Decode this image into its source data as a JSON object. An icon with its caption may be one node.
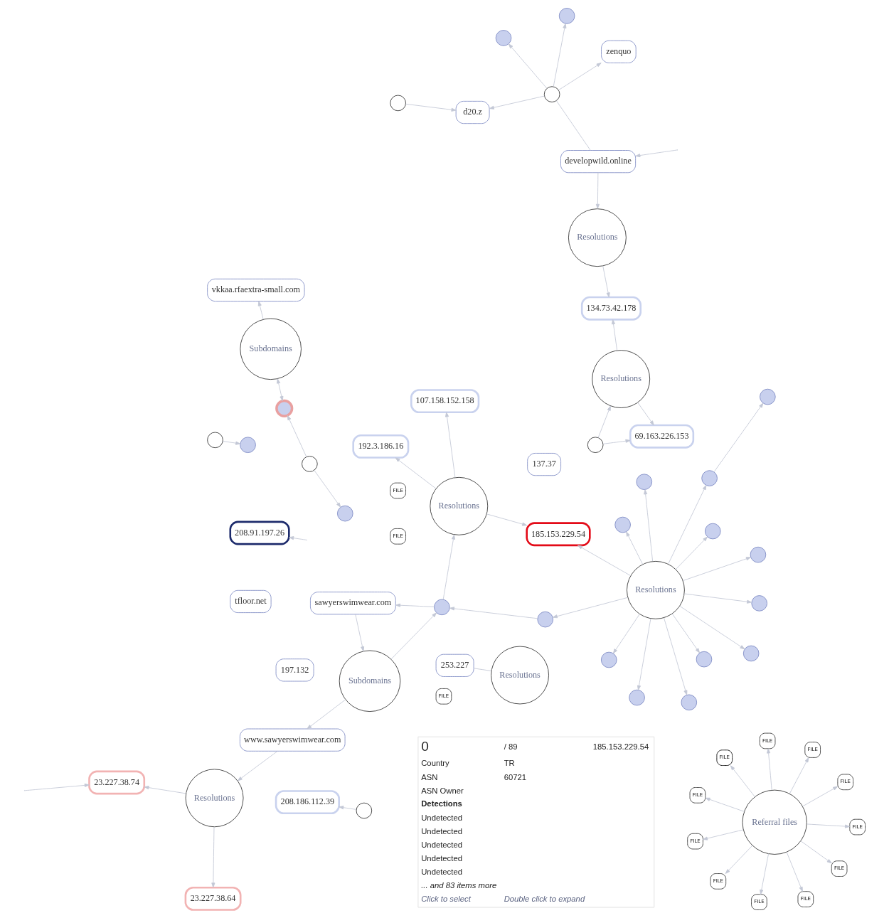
{
  "diagram": {
    "nodes": [
      {
        "text": [
          "Referral files"
        ]
      },
      {
        "text": [
          "FILE"
        ]
      },
      {
        "text": [
          "FILE"
        ]
      },
      {
        "text": [
          "FILE"
        ]
      },
      {
        "text": [
          "FILE"
        ]
      },
      {
        "text": [
          "FILE"
        ]
      },
      {
        "text": [
          "FILE"
        ]
      },
      {
        "text": [
          "FILE"
        ]
      },
      {
        "text": [
          "FILE"
        ]
      },
      {
        "text": [
          "FILE"
        ]
      },
      {
        "text": [
          "FILE"
        ]
      },
      {
        "text": [
          "FILE"
        ]
      },
      {
        "text": [
          "208.91.197.26"
        ]
      },
      {
        "text": [
          "23.227.38.74"
        ]
      },
      {
        "text": [
          "23.227.38.64"
        ]
      },
      {
        "text": [
          "Resolutions"
        ]
      },
      {
        "text": [
          "www.sawyerswimwear.com"
        ]
      },
      {
        "text": [
          "197.132"
        ]
      },
      {
        "text": [
          "Resolutions"
        ]
      },
      {
        "text": [],
        "shape": "circle"
      },
      {
        "text": [],
        "shape": "circle"
      },
      {
        "text": [],
        "shape": "circle"
      },
      {
        "text": [],
        "shape": "circle"
      },
      {
        "text": [],
        "shape": "circle"
      },
      {
        "text": [],
        "shape": "circle"
      },
      {
        "text": [],
        "shape": "circle"
      },
      {
        "text": [],
        "shape": "circle"
      },
      {
        "text": [],
        "shape": "circle"
      },
      {
        "text": [],
        "shape": "circle"
      },
      {
        "text": [],
        "shape": "circle"
      },
      {
        "text": [],
        "shape": "circle"
      },
      {
        "text": [
          "107.158.152.158"
        ]
      },
      {
        "text": [
          "Resolutions"
        ]
      },
      {
        "text": [
          "185.153.229.54"
        ]
      },
      {
        "text": [
          "192.3.186.16"
        ]
      },
      {
        "text": [
          "FILE"
        ]
      },
      {
        "text": [
          "FILE"
        ]
      },
      {
        "text": [
          "FILE"
        ]
      },
      {
        "text": [
          "Subdomains"
        ]
      },
      {
        "text": [],
        "shape": "circle"
      },
      {
        "text": [],
        "shape": "circle"
      },
      {
        "text": [
          "sawyerswimwear.com"
        ]
      },
      {
        "text": [
          "tfloor.net"
        ]
      },
      {
        "text": [
          "253.227"
        ]
      },
      {
        "text": [
          "Resolutions"
        ]
      },
      {
        "text": [
          "d20.z"
        ]
      },
      {
        "text": [
          "zenquo"
        ]
      },
      {
        "text": [],
        "shape": "circle"
      },
      {
        "text": [],
        "shape": "circle"
      },
      {
        "text": [],
        "shape": "circle"
      },
      {
        "text": [],
        "shape": "circle"
      },
      {
        "text": [
          "developwild.online"
        ]
      },
      {
        "text": [
          "134.73.42.178"
        ]
      },
      {
        "text": [
          "Resolutions"
        ]
      },
      {
        "text": [
          "208.186.112.39"
        ]
      },
      {
        "text": [
          "69.163.226.153"
        ]
      },
      {
        "text": [
          "Resolutions"
        ]
      },
      {
        "text": [
          "137.37"
        ]
      },
      {
        "text": [],
        "shape": "circle"
      },
      {
        "text": [
          "Subdomains"
        ]
      },
      {
        "text": [],
        "shape": "circle"
      },
      {
        "text": [
          "vkkaa.rfaextra-small.com"
        ]
      },
      {
        "text": [],
        "shape": "circle"
      },
      {
        "text": [],
        "shape": "circle"
      },
      {
        "text": [],
        "shape": "circle"
      },
      {
        "text": [],
        "shape": "circle"
      },
      {
        "text": [],
        "shape": "circle"
      }
    ],
    "edges": [
      {
        "from": 0,
        "to": 1,
        "arrow": "to"
      },
      {
        "from": 0,
        "to": 2,
        "arrow": "to"
      },
      {
        "from": 0,
        "to": 3,
        "arrow": "to"
      },
      {
        "from": 0,
        "to": 4,
        "arrow": "to"
      },
      {
        "from": 0,
        "to": 5,
        "arrow": "to"
      },
      {
        "from": 0,
        "to": 6,
        "arrow": "to"
      },
      {
        "from": 0,
        "to": 7,
        "arrow": "to"
      },
      {
        "from": 0,
        "to": 8,
        "arrow": "to"
      },
      {
        "from": 0,
        "to": 9,
        "arrow": "to"
      },
      {
        "from": 0,
        "to": 10,
        "arrow": "to"
      },
      {
        "from": 0,
        "to": 11,
        "arrow": "to"
      },
      {
        "from": null,
        "to": 12,
        "arrow": "to"
      },
      {
        "from": null,
        "to": 13,
        "arrow": "to"
      },
      {
        "from": 16,
        "to": 15,
        "arrow": "to"
      },
      {
        "from": 15,
        "to": 14,
        "arrow": "to"
      },
      {
        "from": 15,
        "to": 13,
        "arrow": "to"
      },
      {
        "from": 18,
        "to": 19,
        "arrow": "to"
      },
      {
        "from": 18,
        "to": 20,
        "arrow": "to"
      },
      {
        "from": 18,
        "to": 21,
        "arrow": "to"
      },
      {
        "from": 18,
        "to": 22,
        "arrow": "to"
      },
      {
        "from": 18,
        "to": 23,
        "arrow": "to"
      },
      {
        "from": 18,
        "to": 24,
        "arrow": "to"
      },
      {
        "from": 18,
        "to": 25,
        "arrow": "to"
      },
      {
        "from": 18,
        "to": 26,
        "arrow": "to"
      },
      {
        "from": 18,
        "to": 27,
        "arrow": "to"
      },
      {
        "from": 18,
        "to": 28,
        "arrow": "to"
      },
      {
        "from": 18,
        "to": 29,
        "arrow": "to"
      },
      {
        "from": 18,
        "to": 30,
        "arrow": "to"
      },
      {
        "from": 18,
        "to": 33,
        "arrow": "to"
      },
      {
        "from": 19,
        "to": 39,
        "arrow": "to"
      },
      {
        "from": 20,
        "to": 40,
        "arrow": "to"
      },
      {
        "from": 32,
        "to": 31,
        "arrow": "to"
      },
      {
        "from": 32,
        "to": 33,
        "arrow": "to"
      },
      {
        "from": 32,
        "to": 34,
        "arrow": "to"
      },
      {
        "from": 40,
        "to": 32,
        "arrow": "to"
      },
      {
        "from": 38,
        "to": 16,
        "arrow": "to"
      },
      {
        "from": 38,
        "to": 40,
        "arrow": "to"
      },
      {
        "from": 41,
        "to": 38,
        "arrow": "to"
      },
      {
        "from": 40,
        "to": 41,
        "arrow": "to"
      },
      {
        "from": 43,
        "to": 44,
        "arrow": "none"
      },
      {
        "from": null,
        "to": 51,
        "arrow": "to"
      },
      {
        "from": 48,
        "to": 51,
        "arrow": "none"
      },
      {
        "from": 48,
        "to": 45,
        "arrow": "to"
      },
      {
        "from": 48,
        "to": 46,
        "arrow": "to"
      },
      {
        "from": 47,
        "to": 45,
        "arrow": "to"
      },
      {
        "from": 48,
        "to": 49,
        "arrow": "to"
      },
      {
        "from": 48,
        "to": 50,
        "arrow": "to"
      },
      {
        "from": 53,
        "to": 52,
        "arrow": "to"
      },
      {
        "from": 53,
        "to": 55,
        "arrow": "to"
      },
      {
        "from": 65,
        "to": 54,
        "arrow": "to"
      },
      {
        "from": 66,
        "to": 53,
        "arrow": "to"
      },
      {
        "from": 66,
        "to": 55,
        "arrow": "to"
      },
      {
        "from": 51,
        "to": 56,
        "arrow": "to"
      },
      {
        "from": 56,
        "to": 52,
        "arrow": "to"
      },
      {
        "from": 59,
        "to": 58,
        "arrow": "both"
      },
      {
        "from": 60,
        "to": 58,
        "arrow": "to"
      },
      {
        "from": 59,
        "to": 61,
        "arrow": "to"
      },
      {
        "from": 60,
        "to": 62,
        "arrow": "to"
      },
      {
        "from": 63,
        "to": 64,
        "arrow": "to"
      }
    ],
    "labels": [
      "0",
      "/ 89",
      "185.153.229.54",
      "Country",
      "TR",
      "ASN",
      "60721",
      "ASN Owner",
      "Detections",
      "Undetected",
      "Undetected",
      "Undetected",
      "Undetected",
      "Undetected",
      "... and 83 items more",
      "Click to select",
      "Double click to expand"
    ]
  }
}
